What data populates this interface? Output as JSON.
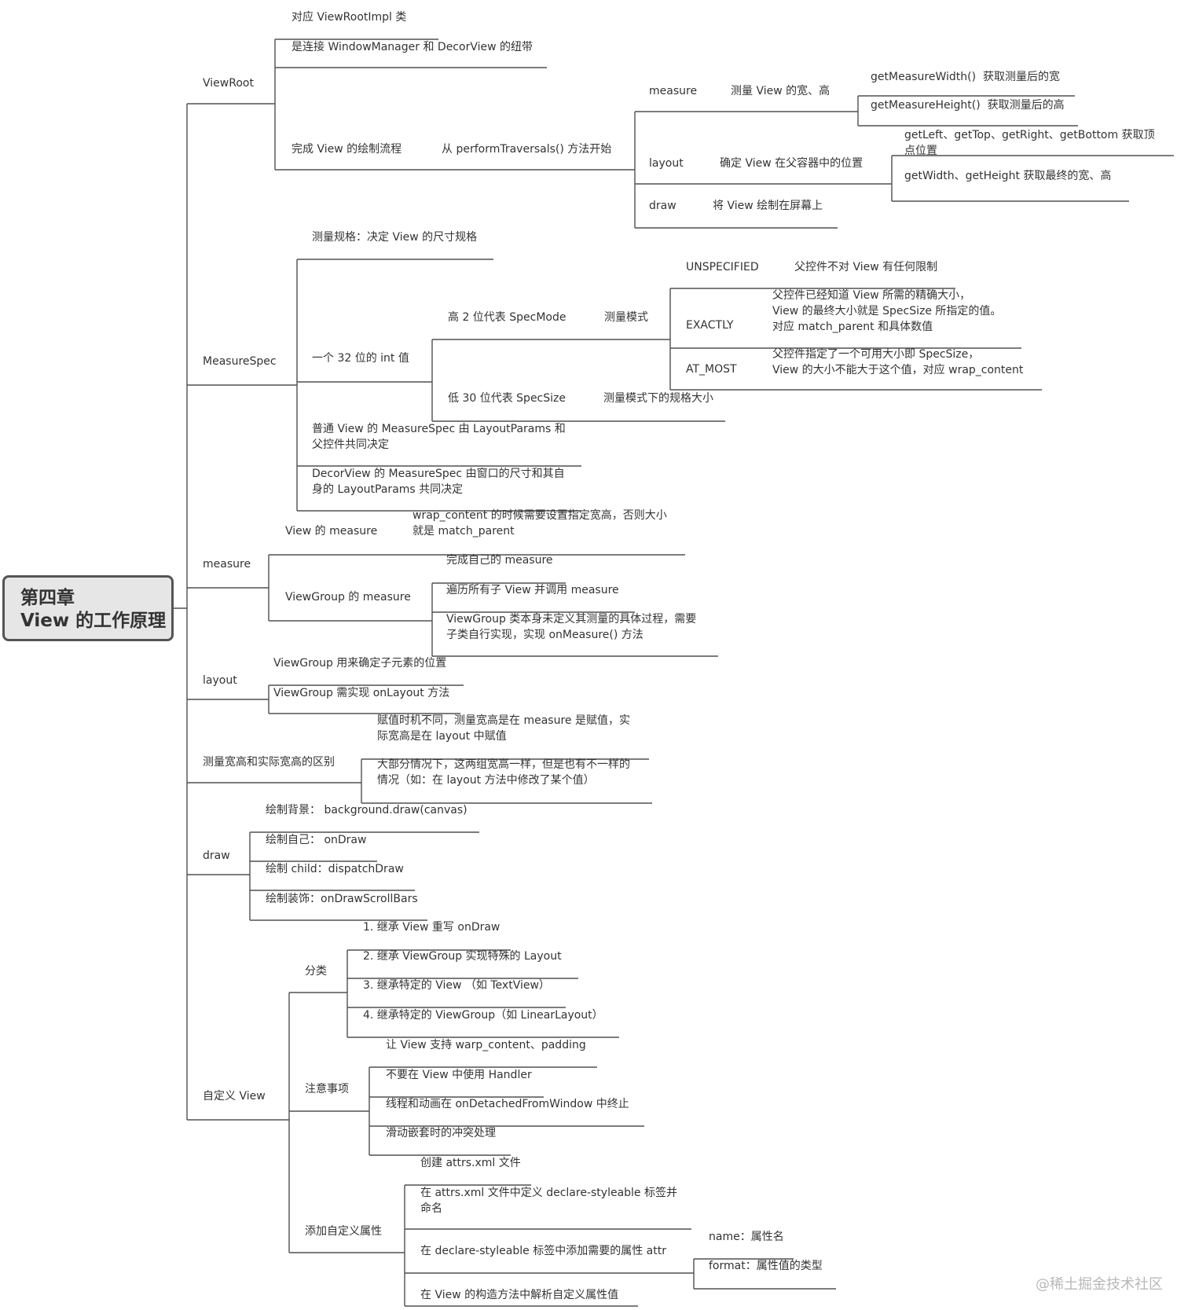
{
  "root": {
    "line1": "第四章",
    "line2": "View 的工作原理"
  },
  "nodes": {
    "viewroot": "ViewRoot",
    "vr_1": "对应 ViewRootImpl 类",
    "vr_2": "是连接 WindowManager 和 DecorView 的纽带",
    "vr_3": "完成 View 的绘制流程",
    "vr_3a": "从 performTraversals() 方法开始",
    "vr_m": "measure",
    "vr_m_d": "测量 View 的宽、高",
    "vr_m_1": "getMeasureWidth()  获取测量后的宽",
    "vr_m_2": "getMeasureHeight()  获取测量后的高",
    "vr_l": "layout",
    "vr_l_d": "确定 View 在父容器中的位置",
    "vr_l_1": "getLeft、getTop、getRight、getBottom 获取顶\n点位置",
    "vr_l_2": "getWidth、getHeight 获取最终的宽、高",
    "vr_d": "draw",
    "vr_d_d": "将 View 绘制在屏幕上",
    "ms": "MeasureSpec",
    "ms_1": "测量规格：决定 View 的尺寸规格",
    "ms_2": "一个 32 位的 int 值",
    "ms_2a": "高 2 位代表 SpecMode",
    "ms_2a_d": "测量模式",
    "unspec": "UNSPECIFIED",
    "unspec_d": "父控件不对 View 有任何限制",
    "exactly": "EXACTLY",
    "exactly_d": "父控件已经知道 View 所需的精确大小，\nView 的最终大小就是 SpecSize 所指定的值。\n对应 match_parent 和具体数值",
    "atmost": "AT_MOST",
    "atmost_d": "父控件指定了一个可用大小即 SpecSize，\nView 的大小不能大于这个值，对应 wrap_content",
    "ms_2b": "低 30 位代表 SpecSize",
    "ms_2b_d": "测量模式下的规格大小",
    "ms_3": "普通 View 的 MeasureSpec 由 LayoutParams 和\n父控件共同决定",
    "ms_4": "DecorView 的 MeasureSpec 由窗口的尺寸和其自\n身的 LayoutParams 共同决定",
    "measure": "measure",
    "m_v": "View 的 measure",
    "m_v_d": "wrap_content 的时候需要设置指定宽高，否则大小\n就是 match_parent",
    "m_vg": "ViewGroup 的 measure",
    "m_vg_1": "完成自己的 measure",
    "m_vg_2": "遍历所有子 View 并调用 measure",
    "m_vg_3": "ViewGroup 类本身未定义其测量的具体过程，需要\n子类自行实现，实现 onMeasure() 方法",
    "layout": "layout",
    "l_1": "ViewGroup 用来确定子元素的位置",
    "l_2": "ViewGroup 需实现 onLayout 方法",
    "diff": "测量宽高和实际宽高的区别",
    "diff_1": "赋值时机不同，测量宽高是在 measure 是赋值，实\n际宽高是在 layout 中赋值",
    "diff_2": "大部分情况下，这两组宽高一样，但是也有不一样的\n情况（如：在 layout 方法中修改了某个值）",
    "draw": "draw",
    "d_1": "绘制背景： background.draw(canvas)",
    "d_2": "绘制自己： onDraw",
    "d_3": "绘制 child：dispatchDraw",
    "d_4": "绘制装饰：onDrawScrollBars",
    "cv": "自定义 View",
    "cv_a": "分类",
    "cv_a1": "1. 继承 View 重写 onDraw",
    "cv_a2": "2. 继承 ViewGroup 实现特殊的 Layout",
    "cv_a3": "3. 继承特定的 View （如 TextView）",
    "cv_a4": "4. 继承特定的 ViewGroup（如 LinearLayout）",
    "cv_b": "注意事项",
    "cv_b1": "让 View 支持 warp_content、padding",
    "cv_b2": "不要在 View 中使用 Handler",
    "cv_b3": "线程和动画在 onDetachedFromWindow 中终止",
    "cv_b4": "滑动嵌套时的冲突处理",
    "cv_c": "添加自定义属性",
    "cv_c1": "创建 attrs.xml 文件",
    "cv_c2": "在 attrs.xml 文件中定义 declare-styleable 标签并\n命名",
    "cv_c3": "在 declare-styleable 标签中添加需要的属性 attr",
    "cv_c3a": "name：属性名",
    "cv_c3b": "format：属性值的类型",
    "cv_c4": "在 View 的构造方法中解析自定义属性值"
  },
  "watermark": "@稀土掘金技术社区",
  "colors": {
    "line": "#505050",
    "text": "#333333",
    "root_fill": "#e6e6e6",
    "root_border": "#555555",
    "watermark": "#b8b8b8"
  }
}
